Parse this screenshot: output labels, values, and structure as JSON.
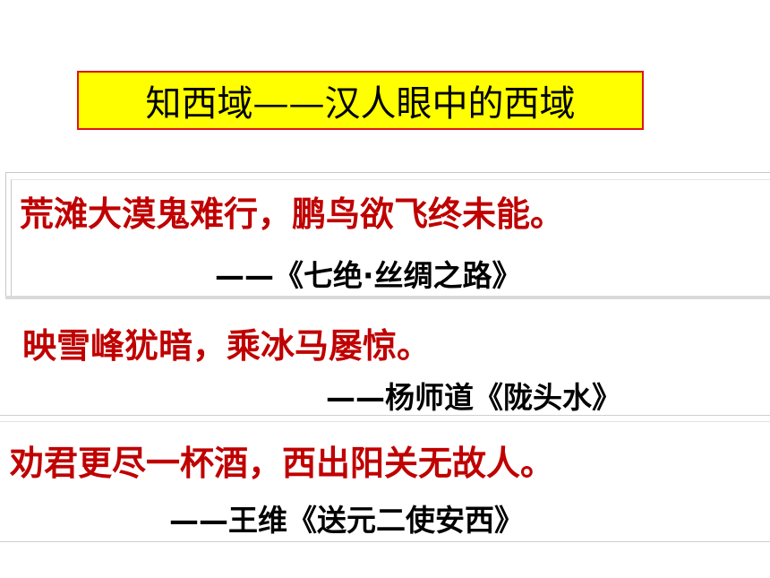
{
  "title": "知西域——汉人眼中的西域",
  "quotes": [
    {
      "line": "荒滩大漠鬼难行，鹏鸟欲飞终未能。",
      "source": "——《七绝·丝绸之路》"
    },
    {
      "line": "映雪峰犹暗，乘冰马屡惊。",
      "source": "——杨师道《陇头水》"
    },
    {
      "line": "劝君更尽一杯酒，西出阳关无故人。",
      "source": "——王维《送元二使安西》"
    }
  ],
  "colors": {
    "title_bg": "#ffff00",
    "title_border": "#e0141c",
    "poem_text": "#c00000",
    "source_text": "#000000"
  }
}
